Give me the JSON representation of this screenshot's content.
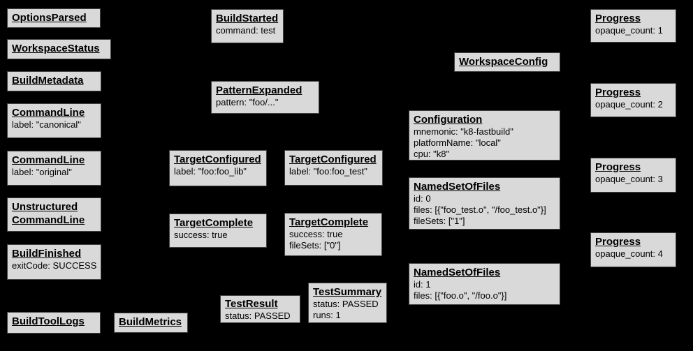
{
  "background_color": "#000000",
  "node_style": {
    "fill": "#d9d9d9",
    "border": "#434343",
    "text": "#000000"
  },
  "nodes": [
    {
      "title": "OptionsParsed",
      "lines": []
    },
    {
      "title": "WorkspaceStatus",
      "lines": []
    },
    {
      "title": "BuildMetadata",
      "lines": []
    },
    {
      "title": "CommandLine",
      "lines": [
        "label: \"canonical\""
      ]
    },
    {
      "title": "CommandLine",
      "lines": [
        "label: \"original\""
      ]
    },
    {
      "title": "Unstructured\nCommandLine",
      "lines": []
    },
    {
      "title": "BuildFinished",
      "lines": [
        "exitCode: SUCCESS"
      ]
    },
    {
      "title": "BuildToolLogs",
      "lines": []
    },
    {
      "title": "BuildMetrics",
      "lines": []
    },
    {
      "title": "BuildStarted",
      "lines": [
        "command: test"
      ]
    },
    {
      "title": "PatternExpanded",
      "lines": [
        "pattern: \"foo/...\""
      ]
    },
    {
      "title": "TargetConfigured",
      "lines": [
        "label: \"foo:foo_lib\""
      ]
    },
    {
      "title": "TargetConfigured",
      "lines": [
        "label: \"foo:foo_test\""
      ]
    },
    {
      "title": "TargetComplete",
      "lines": [
        "success: true"
      ]
    },
    {
      "title": "TargetComplete",
      "lines": [
        "success: true",
        "fileSets: [\"0\"]"
      ]
    },
    {
      "title": "TestResult",
      "lines": [
        "status: PASSED"
      ]
    },
    {
      "title": "TestSummary",
      "lines": [
        "status: PASSED",
        "runs: 1"
      ]
    },
    {
      "title": "WorkspaceConfig",
      "lines": []
    },
    {
      "title": "Configuration",
      "lines": [
        "mnemonic: \"k8-fastbuild\"",
        "platformName: \"local\"",
        "cpu: \"k8\""
      ]
    },
    {
      "title": "NamedSetOfFiles",
      "lines": [
        "id: 0",
        "files: [{\"foo_test.o\", \"/foo_test.o\"}]",
        "fileSets: [\"1\"]"
      ]
    },
    {
      "title": "NamedSetOfFiles",
      "lines": [
        "id: 1",
        "files: [{\"foo.o\", \"/foo.o\"}]"
      ]
    },
    {
      "title": "Progress",
      "lines": [
        "opaque_count: 1"
      ]
    },
    {
      "title": "Progress",
      "lines": [
        "opaque_count: 2"
      ]
    },
    {
      "title": "Progress",
      "lines": [
        "opaque_count: 3"
      ]
    },
    {
      "title": "Progress",
      "lines": [
        "opaque_count: 4"
      ]
    }
  ]
}
